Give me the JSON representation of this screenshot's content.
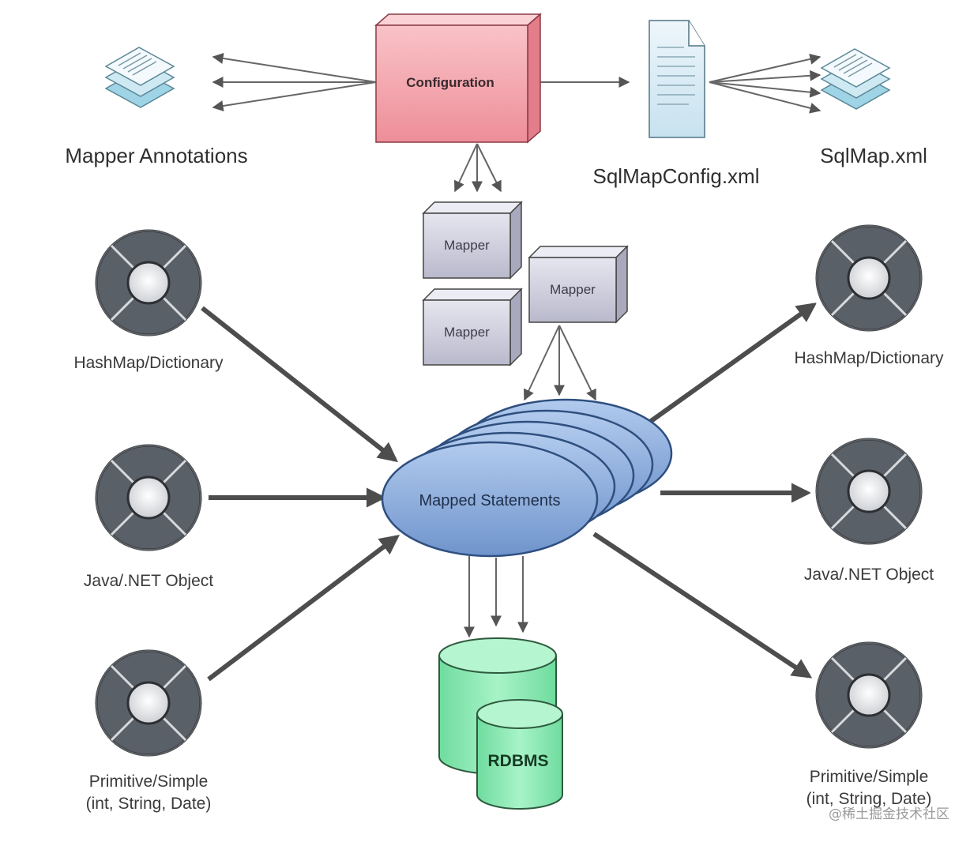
{
  "configuration": {
    "label": "Configuration"
  },
  "mapper_annotations": {
    "label": "Mapper Annotations"
  },
  "sqlmapconfig": {
    "label": "SqlMapConfig.xml"
  },
  "sqlmap": {
    "label": "SqlMap.xml"
  },
  "mappers": [
    {
      "label": "Mapper"
    },
    {
      "label": "Mapper"
    },
    {
      "label": "Mapper"
    }
  ],
  "mapped_statements": {
    "label": "Mapped Statements"
  },
  "rdbms": {
    "label": "RDBMS"
  },
  "inputs": [
    {
      "label": "HashMap/Dictionary"
    },
    {
      "label": "Java/.NET Object"
    },
    {
      "label_line1": "Primitive/Simple",
      "label_line2": "(int, String, Date)"
    }
  ],
  "outputs": [
    {
      "label": "HashMap/Dictionary"
    },
    {
      "label": "Java/.NET Object"
    },
    {
      "label_line1": "Primitive/Simple",
      "label_line2": "(int, String, Date)"
    }
  ],
  "watermark": "@稀土掘金技术社区",
  "colors": {
    "configuration_fill": "#f4a7b0",
    "mapper_fill": "#cfcfe0",
    "statements_fill": "#8fb0dc",
    "db_fill": "#8fe8b4",
    "wheel_dark": "#565c64",
    "arrow": "#4d4d4d"
  }
}
